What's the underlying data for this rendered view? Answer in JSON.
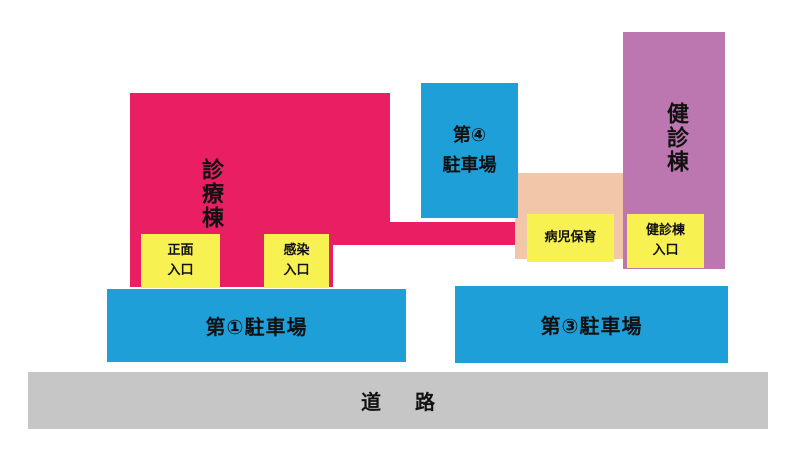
{
  "map": {
    "colors": {
      "shinryo_building": "#e91e63",
      "kenshin_building": "#bc76b0",
      "parking": "#1e9fd8",
      "entrance": "#f7f152",
      "childcare": "#f2c6a8",
      "road": "#c6c6c6"
    },
    "buildings": {
      "shinryo": "診療棟",
      "kenshin": "健診棟"
    },
    "parking": {
      "lot1": "第①駐車場",
      "lot3": "第③駐車場",
      "lot4": "第④\n駐車場"
    },
    "entrances": {
      "main": "正面\n入口",
      "infection": "感染\n入口",
      "childcare": "病児保育",
      "kenshin": "健診棟\n入口"
    },
    "road": "道路"
  }
}
